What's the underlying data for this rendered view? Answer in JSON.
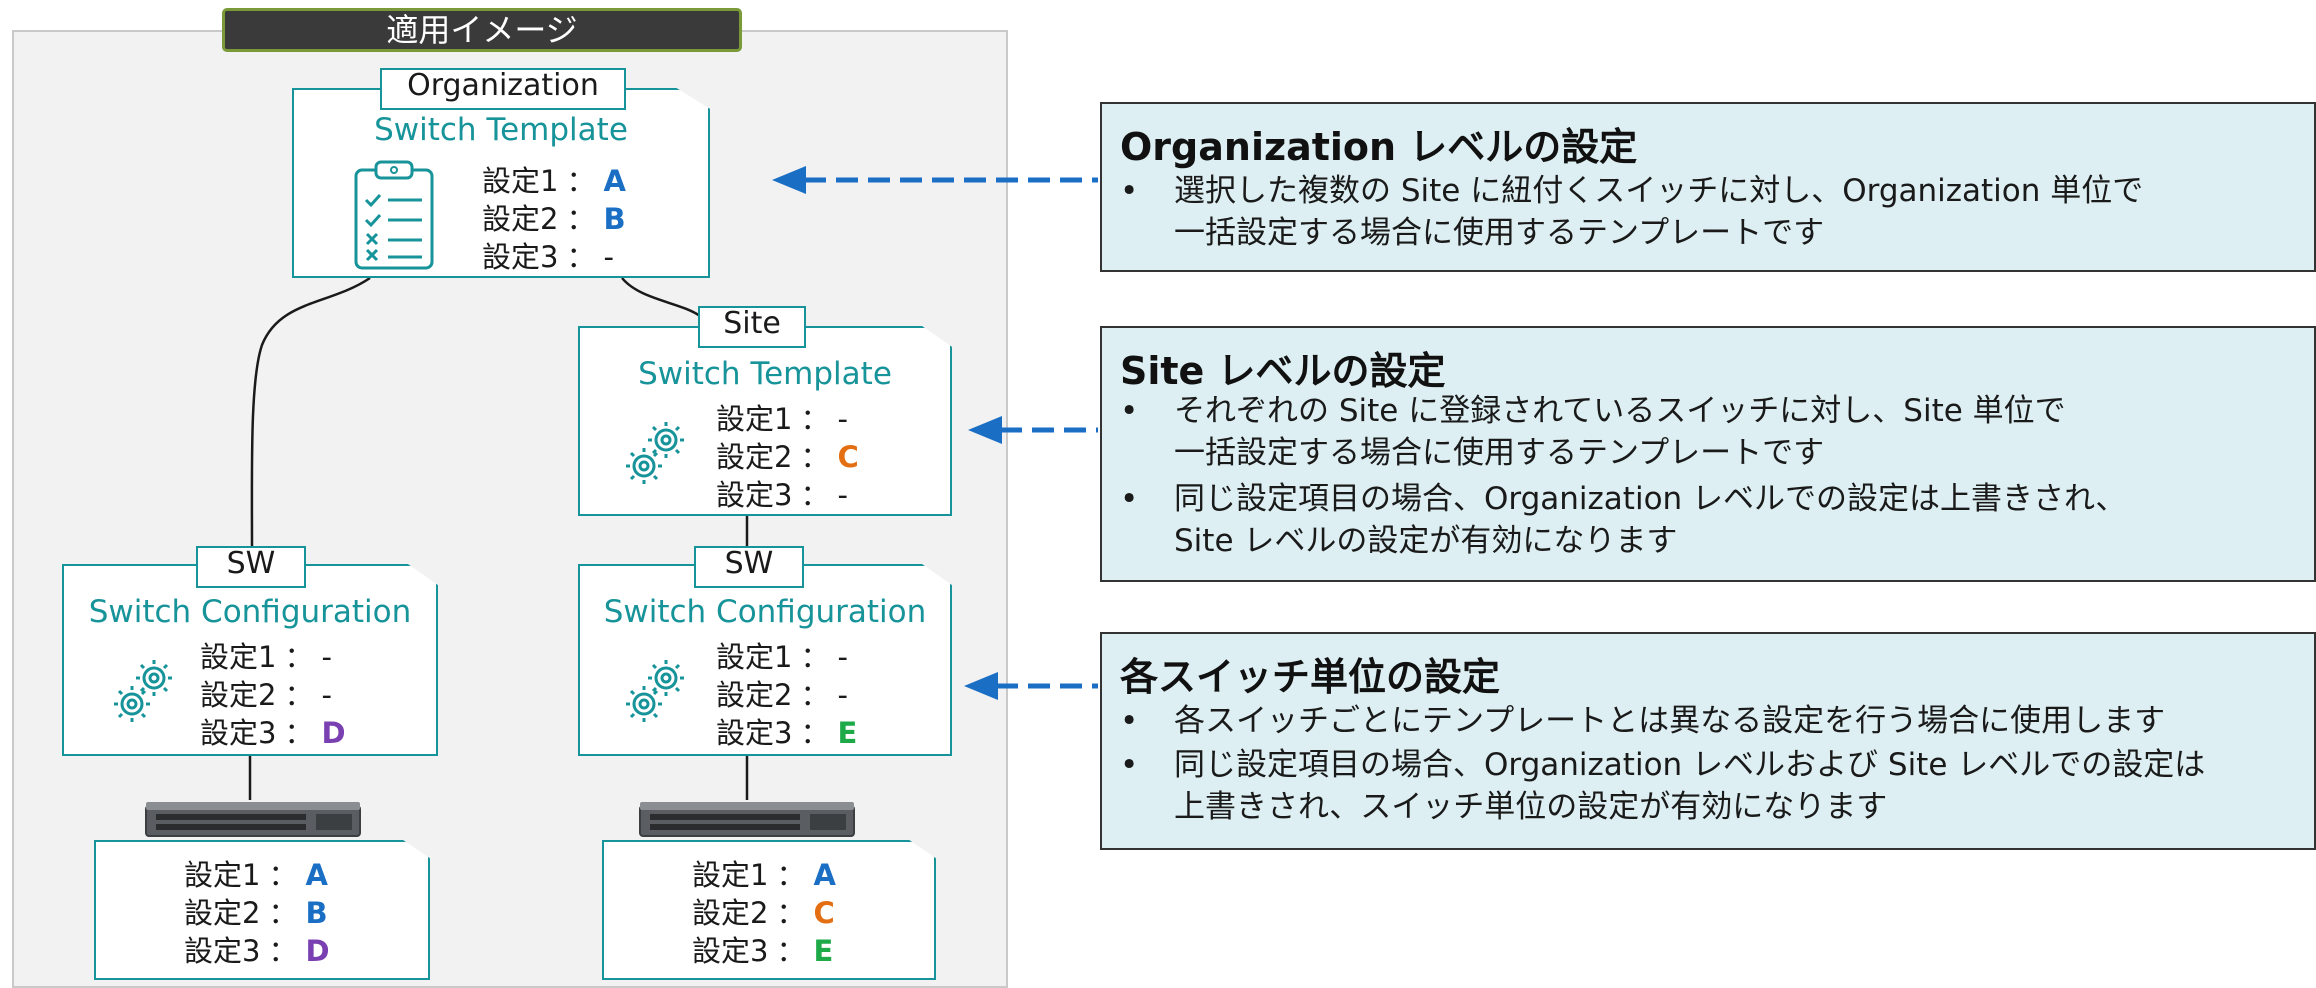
{
  "panel": {
    "title": "適用イメージ"
  },
  "org_card": {
    "tag": "Organization",
    "title": "Switch Template",
    "icon": "clipboard-checklist-icon",
    "rows": [
      {
        "label": "設定1",
        "sep": "：",
        "value": "A",
        "color": "#1a6fc4"
      },
      {
        "label": "設定2",
        "sep": "：",
        "value": "B",
        "color": "#1a6fc4"
      },
      {
        "label": "設定3",
        "sep": "：",
        "value": "-",
        "color": "#1a1a1a"
      }
    ]
  },
  "site_card": {
    "tag": "Site",
    "title": "Switch Template",
    "icon": "gears-icon",
    "rows": [
      {
        "label": "設定1",
        "sep": "：",
        "value": "-",
        "color": "#1a1a1a"
      },
      {
        "label": "設定2",
        "sep": "：",
        "value": "C",
        "color": "#e36f12"
      },
      {
        "label": "設定3",
        "sep": "：",
        "value": "-",
        "color": "#1a1a1a"
      }
    ]
  },
  "sw_left_card": {
    "tag": "SW",
    "title": "Switch Configuration",
    "icon": "gears-icon",
    "rows": [
      {
        "label": "設定1",
        "sep": "：",
        "value": "-",
        "color": "#1a1a1a"
      },
      {
        "label": "設定2",
        "sep": "：",
        "value": "-",
        "color": "#1a1a1a"
      },
      {
        "label": "設定3",
        "sep": "：",
        "value": "D",
        "color": "#7a3fb0"
      }
    ]
  },
  "sw_right_card": {
    "tag": "SW",
    "title": "Switch Configuration",
    "icon": "gears-icon",
    "rows": [
      {
        "label": "設定1",
        "sep": "：",
        "value": "-",
        "color": "#1a1a1a"
      },
      {
        "label": "設定2",
        "sep": "：",
        "value": "-",
        "color": "#1a1a1a"
      },
      {
        "label": "設定3",
        "sep": "：",
        "value": "E",
        "color": "#1faa4a"
      }
    ]
  },
  "result_left": {
    "icon": "network-switch-icon",
    "rows": [
      {
        "label": "設定1",
        "sep": "：",
        "value": "A",
        "color": "#1a6fc4"
      },
      {
        "label": "設定2",
        "sep": "：",
        "value": "B",
        "color": "#1a6fc4"
      },
      {
        "label": "設定3",
        "sep": "：",
        "value": "D",
        "color": "#7a3fb0"
      }
    ]
  },
  "result_right": {
    "icon": "network-switch-icon",
    "rows": [
      {
        "label": "設定1",
        "sep": "：",
        "value": "A",
        "color": "#1a6fc4"
      },
      {
        "label": "設定2",
        "sep": "：",
        "value": "C",
        "color": "#e36f12"
      },
      {
        "label": "設定3",
        "sep": "：",
        "value": "E",
        "color": "#1faa4a"
      }
    ]
  },
  "info_org": {
    "title": "Organization レベルの設定",
    "bullets": [
      {
        "line1": "選択した複数の Site に紐付くスイッチに対し、Organization 単位で",
        "line2": "一括設定する場合に使用するテンプレートです"
      }
    ]
  },
  "info_site": {
    "title": "Site レベルの設定",
    "bullets": [
      {
        "line1": "それぞれの Site に登録されているスイッチに対し、Site 単位で",
        "line2": "一括設定する場合に使用するテンプレートです"
      },
      {
        "line1": "同じ設定項目の場合、Organization レベルでの設定は上書きされ、",
        "line2": "Site レベルの設定が有効になります"
      }
    ]
  },
  "info_sw": {
    "title": "各スイッチ単位の設定",
    "bullets": [
      {
        "line1": "各スイッチごとにテンプレートとは異なる設定を行う場合に使用します",
        "line2": ""
      },
      {
        "line1": "同じ設定項目の場合、Organization レベルおよび Site レベルでの設定は",
        "line2": "上書きされ、スイッチ単位の設定が有効になります"
      }
    ]
  },
  "bullet_char": "•",
  "colors": {
    "teal": "#17939a",
    "arrow_blue": "#1a6fc4",
    "info_bg": "#ddeff2"
  }
}
